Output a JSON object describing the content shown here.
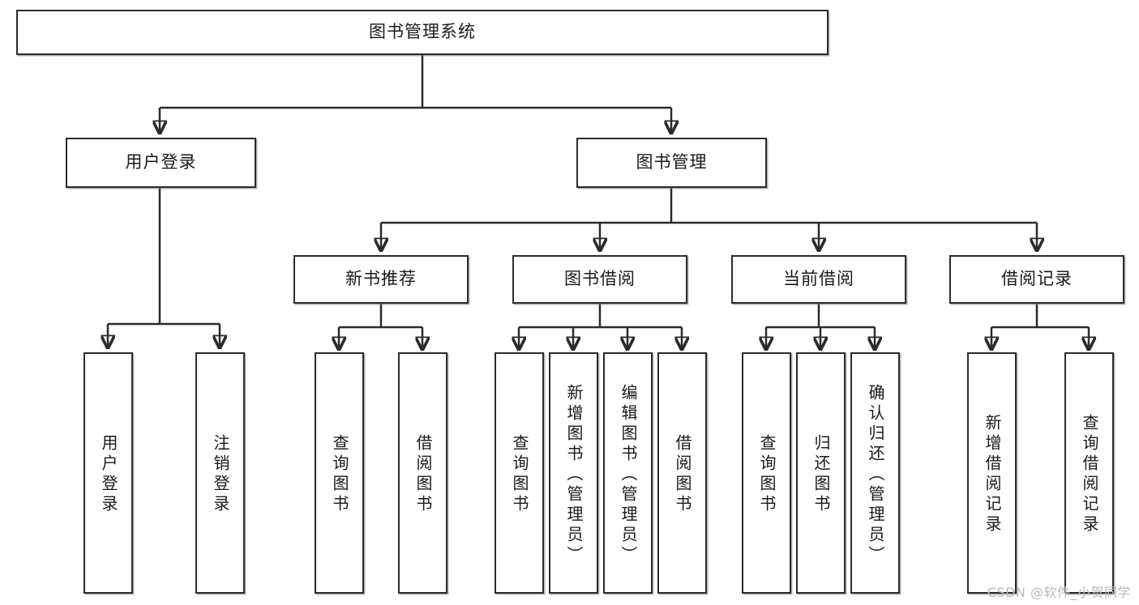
{
  "diagram": {
    "type": "tree",
    "title": "图书管理系统",
    "watermark": "CSDN @软件_小贺同学",
    "colors": {
      "box_border": "#2b2b2b",
      "box_fill": "#ffffff",
      "connector": "#2b2b2b",
      "background": "#ffffff",
      "watermark": "#b9b9b9"
    },
    "nodes": {
      "root": {
        "label": "图书管理系统",
        "orientation": "horizontal"
      },
      "level2": [
        {
          "label": "用户登录",
          "orientation": "horizontal"
        },
        {
          "label": "图书管理",
          "orientation": "horizontal"
        }
      ],
      "level3": [
        {
          "label": "新书推荐",
          "orientation": "horizontal"
        },
        {
          "label": "图书借阅",
          "orientation": "horizontal"
        },
        {
          "label": "当前借阅",
          "orientation": "horizontal"
        },
        {
          "label": "借阅记录",
          "orientation": "horizontal"
        }
      ],
      "leaves_user_login": [
        {
          "label": "用户登录",
          "orientation": "vertical"
        },
        {
          "label": "注销登录",
          "orientation": "vertical"
        }
      ],
      "leaves_new_book": [
        {
          "label": "查询图书",
          "orientation": "vertical"
        },
        {
          "label": "借阅图书",
          "orientation": "vertical"
        }
      ],
      "leaves_borrow": [
        {
          "label": "查询图书",
          "orientation": "vertical"
        },
        {
          "label": "新增图书（管理员）",
          "orientation": "vertical"
        },
        {
          "label": "编辑图书（管理员）",
          "orientation": "vertical"
        },
        {
          "label": "借阅图书",
          "orientation": "vertical"
        }
      ],
      "leaves_current": [
        {
          "label": "查询图书",
          "orientation": "vertical"
        },
        {
          "label": "归还图书",
          "orientation": "vertical"
        },
        {
          "label": "确认归还（管理员）",
          "orientation": "vertical"
        }
      ],
      "leaves_record": [
        {
          "label": "新增借阅记录",
          "orientation": "vertical"
        },
        {
          "label": "查询借阅记录",
          "orientation": "vertical"
        }
      ]
    }
  }
}
